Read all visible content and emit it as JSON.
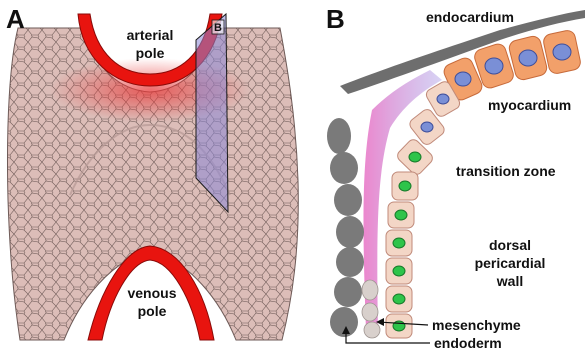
{
  "panels": {
    "a": {
      "letter": "A",
      "plane_label": "B",
      "labels": {
        "arterial_pole_line1": "arterial",
        "arterial_pole_line2": "pole",
        "venous_pole_line1": "venous",
        "venous_pole_line2": "pole"
      }
    },
    "b": {
      "letter": "B",
      "labels": {
        "endocardium": "endocardium",
        "myocardium": "myocardium",
        "transition_zone": "transition zone",
        "dpw_line1": "dorsal",
        "dpw_line2": "pericardial",
        "dpw_line3": "wall",
        "mesenchyme": "mesenchyme",
        "endoderm": "endoderm"
      }
    }
  },
  "colors": {
    "tissue": "#d9b8b3",
    "cell_border": "#6e5a57",
    "vessel": "#e8140f",
    "vessel_dark": "#8a0a08",
    "plane": "#8a86d6",
    "endocardium": "#6e6e6e",
    "myocardium_cell": "#f2a06a",
    "myocardium_nucleus": "#7a8fd6",
    "transition_nucleus": "#2ec44a",
    "endoderm": "#7a7a7a",
    "mesenchyme": "#d8d0cc",
    "ecm": "#e040b0"
  }
}
